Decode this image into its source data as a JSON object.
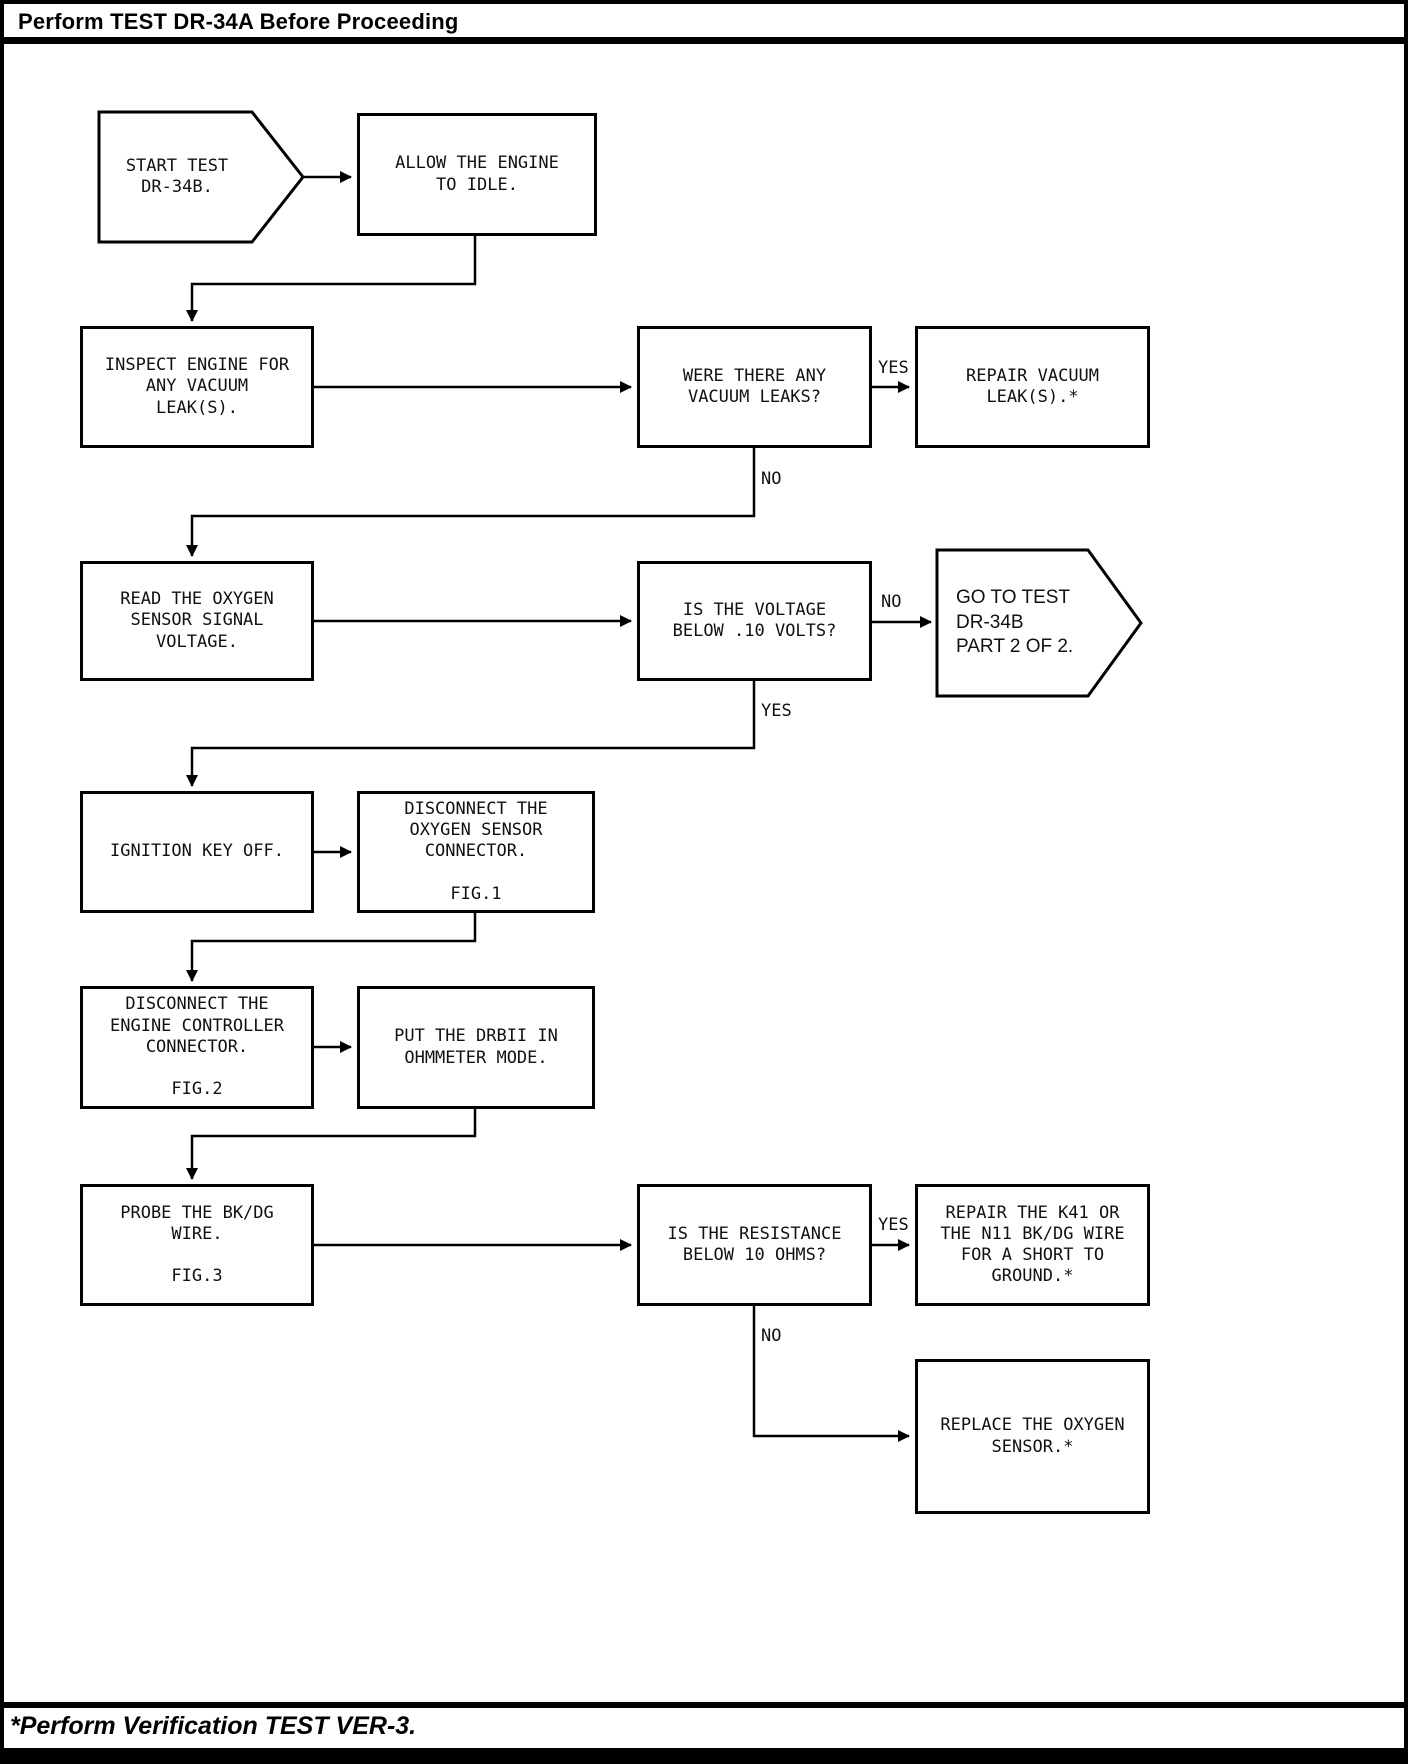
{
  "header": {
    "title": "Perform TEST DR-34A Before Proceeding"
  },
  "footer": {
    "note": "*Perform Verification TEST VER-3."
  },
  "flowchart": {
    "nodes": {
      "start": "START TEST\nDR-34B.",
      "allow_idle": "ALLOW THE ENGINE\nTO IDLE.",
      "inspect_engine": "INSPECT ENGINE FOR\nANY VACUUM\nLEAK(S).",
      "were_leaks": "WERE THERE ANY\nVACUUM LEAKS?",
      "repair_vacuum": "REPAIR VACUUM\nLEAK(S).*",
      "read_voltage": "READ THE OXYGEN\nSENSOR SIGNAL\nVOLTAGE.",
      "voltage_below": "IS THE VOLTAGE\nBELOW .10 VOLTS?",
      "goto_test": "GO TO TEST\nDR-34B\nPART 2 OF 2.",
      "ignition_off": "IGNITION KEY OFF.",
      "disconnect_o2": "DISCONNECT THE\nOXYGEN SENSOR\nCONNECTOR.\n\nFIG.1",
      "disconnect_ecc": "DISCONNECT THE\nENGINE CONTROLLER\nCONNECTOR.\n\nFIG.2",
      "drbii_ohmmeter": "PUT THE DRBII IN\nOHMMETER MODE.",
      "probe_wire": "PROBE THE BK/DG\nWIRE.\n\nFIG.3",
      "resistance_below": "IS THE RESISTANCE\nBELOW 10 OHMS?",
      "repair_k41": "REPAIR THE K41 OR\nTHE N11 BK/DG WIRE\nFOR A SHORT TO\nGROUND.*",
      "replace_o2": "REPLACE THE OXYGEN\nSENSOR.*"
    },
    "labels": {
      "yes_leaks": "YES",
      "no_leaks": "NO",
      "no_voltage": "NO",
      "yes_voltage": "YES",
      "yes_resistance": "YES",
      "no_resistance": "NO"
    },
    "colors": {
      "line": "#000000",
      "box_fill": "#ffffff"
    }
  }
}
